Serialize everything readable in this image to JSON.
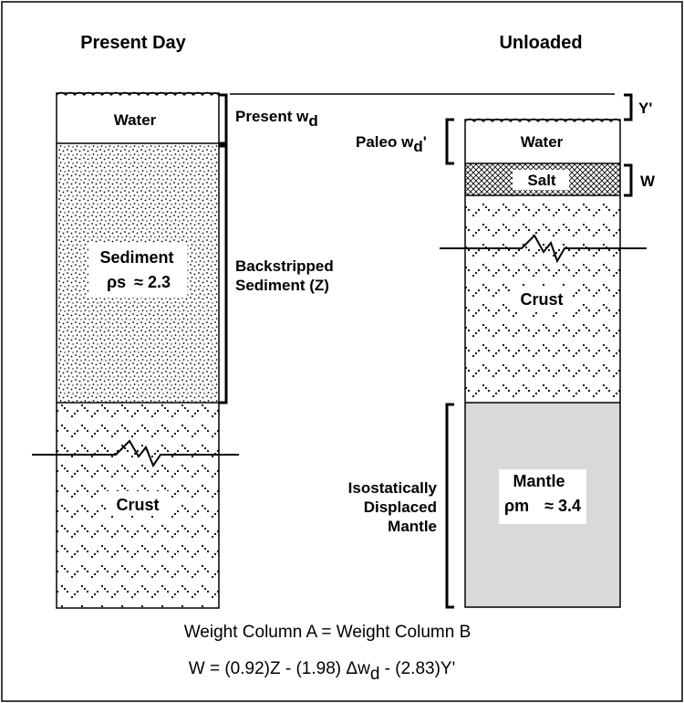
{
  "headings": {
    "left": "Present Day",
    "right": "Unloaded"
  },
  "left_column": {
    "water": "Water",
    "sediment": "Sediment",
    "sediment_density_symbol": "ρs",
    "sediment_density_value": "≈ 2.3",
    "crust": "Crust"
  },
  "right_column": {
    "water": "Water",
    "salt": "Salt",
    "crust": "Crust",
    "mantle": "Mantle",
    "mantle_density_symbol": "ρm",
    "mantle_density_value": "≈ 3.4"
  },
  "brackets": {
    "present_wd": "Present w",
    "present_wd_sub": "d",
    "backstripped_line1": "Backstripped",
    "backstripped_line2": "Sediment (Z)",
    "y_prime": "Y'",
    "paleo_wd": "Paleo w",
    "paleo_wd_sub": "d",
    "paleo_wd_prime": "'",
    "w": "W",
    "displaced_line1": "Isostatically",
    "displaced_line2": "Displaced",
    "displaced_line3": "Mantle"
  },
  "equations": {
    "line1": "Weight Column A = Weight Column B",
    "line2_a": "W = (0.92)Z - (1.98)  Δw",
    "line2_sub": "d",
    "line2_b": " - (2.83)Y'"
  },
  "colors": {
    "frame": "#000000",
    "mantle_fill": "#d9d9d9",
    "background": "#ffffff"
  }
}
